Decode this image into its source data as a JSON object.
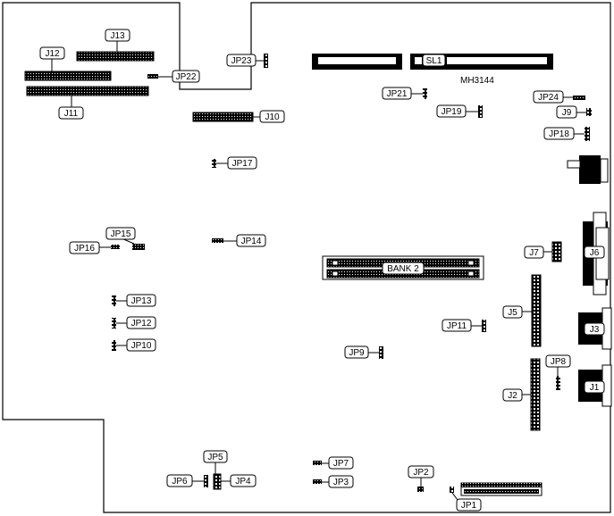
{
  "board": {
    "model": "MH3144",
    "slot_label": "SL1",
    "memory_bank_label": "BANK 2"
  },
  "labels": {
    "J1": "J1",
    "J2": "J2",
    "J3": "J3",
    "J5": "J5",
    "J6": "J6",
    "J7": "J7",
    "J9": "J9",
    "J10": "J10",
    "J11": "J11",
    "J12": "J12",
    "J13": "J13",
    "JP1": "JP1",
    "JP2": "JP2",
    "JP3": "JP3",
    "JP4": "JP4",
    "JP5": "JP5",
    "JP6": "JP6",
    "JP7": "JP7",
    "JP8": "JP8",
    "JP9": "JP9",
    "JP10": "JP10",
    "JP11": "JP11",
    "JP12": "JP12",
    "JP13": "JP13",
    "JP14": "JP14",
    "JP15": "JP15",
    "JP16": "JP16",
    "JP17": "JP17",
    "JP18": "JP18",
    "JP19": "JP19",
    "JP21": "JP21",
    "JP22": "JP22",
    "JP23": "JP23",
    "JP24": "JP24"
  }
}
